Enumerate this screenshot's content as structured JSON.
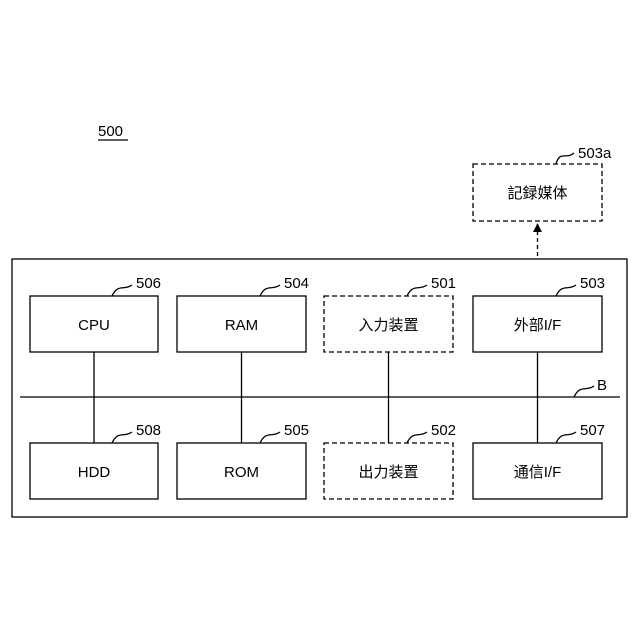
{
  "figure_label": "500",
  "bus_label": "B",
  "external": {
    "label": "記録媒体",
    "ref": "503a"
  },
  "components": {
    "cpu": {
      "label": "CPU",
      "ref": "506"
    },
    "ram": {
      "label": "RAM",
      "ref": "504"
    },
    "input": {
      "label": "入力装置",
      "ref": "501"
    },
    "ext_if": {
      "label": "外部I/F",
      "ref": "503"
    },
    "hdd": {
      "label": "HDD",
      "ref": "508"
    },
    "rom": {
      "label": "ROM",
      "ref": "505"
    },
    "output": {
      "label": "出力装置",
      "ref": "502"
    },
    "comm_if": {
      "label": "通信I/F",
      "ref": "507"
    }
  }
}
